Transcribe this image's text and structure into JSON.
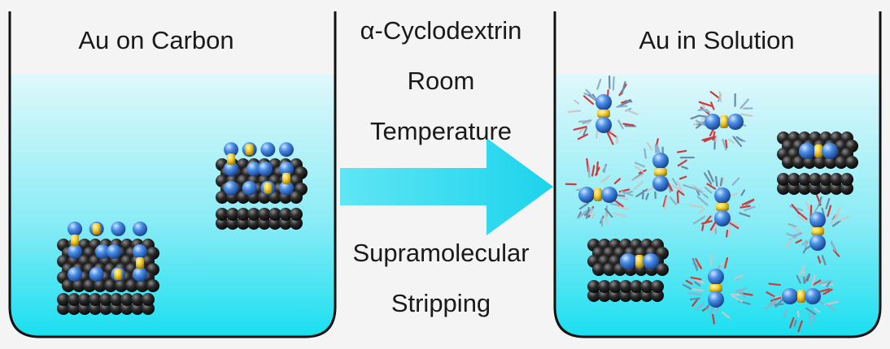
{
  "left_beaker": {
    "title": "Au on Carbon"
  },
  "right_beaker": {
    "title": "Au in Solution"
  },
  "conditions": {
    "above_arrow": [
      "α-Cyclodextrin",
      "Room",
      "Temperature"
    ],
    "below_arrow": [
      "Supramolecular",
      "Stripping"
    ]
  },
  "colors": {
    "background": "#f4f4f4",
    "solution_top": "#dff8fb",
    "solution_bottom": "#19dff0",
    "arrow": "#22d8ee",
    "carbon": "#1a1a1a",
    "gold_cluster": "#3f86e0",
    "bridge": "#f3d23a"
  }
}
